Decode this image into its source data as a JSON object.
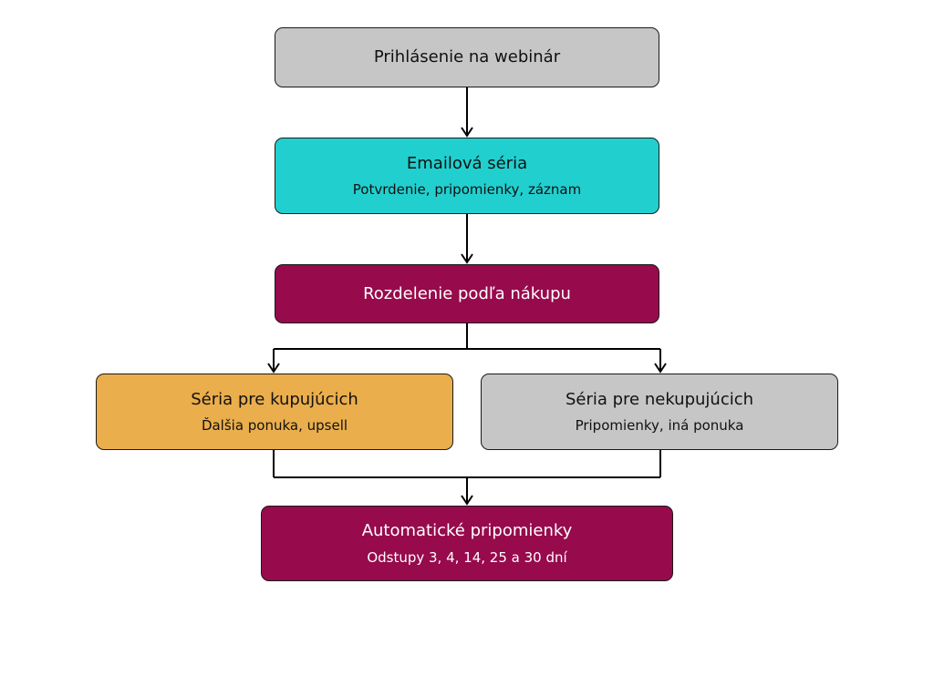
{
  "nodes": {
    "registration": {
      "title": "Prihlásenie na webinár",
      "fill": "#c6c6c6",
      "text_color": "#111111"
    },
    "email_series": {
      "title": "Emailová séria",
      "subtitle": "Potvrdenie, pripomienky, záznam",
      "fill": "#22cfcf",
      "text_color": "#111111"
    },
    "split": {
      "title": "Rozdelenie podľa nákupu",
      "fill": "#970a4c",
      "text_color": "#ffffff"
    },
    "buyers": {
      "title": "Séria pre kupujúcich",
      "subtitle": "Ďalšia ponuka, upsell",
      "fill": "#eaae4c",
      "text_color": "#111111"
    },
    "non_buyers": {
      "title": "Séria pre nekupujúcich",
      "subtitle": "Pripomienky, iná ponuka",
      "fill": "#c6c6c6",
      "text_color": "#111111"
    },
    "reminders": {
      "title": "Automatické pripomienky",
      "subtitle": "Odstupy 3, 4, 14, 25 a 30 dní",
      "fill": "#970a4c",
      "text_color": "#ffffff"
    }
  },
  "edges": [
    {
      "from": "registration",
      "to": "email_series"
    },
    {
      "from": "email_series",
      "to": "split"
    },
    {
      "from": "split",
      "to": "buyers"
    },
    {
      "from": "split",
      "to": "non_buyers"
    },
    {
      "from": "buyers",
      "to": "reminders"
    },
    {
      "from": "non_buyers",
      "to": "reminders"
    }
  ],
  "colors": {
    "connector": "#000000",
    "border": "#1a1a1a"
  }
}
